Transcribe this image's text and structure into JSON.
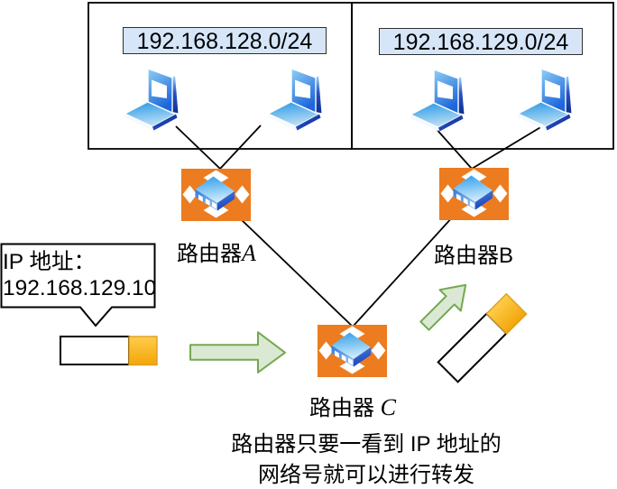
{
  "diagram": {
    "networks": [
      {
        "subnet": "192.168.128.0/24"
      },
      {
        "subnet": "192.168.129.0/24"
      }
    ],
    "routers": [
      {
        "prefix": "路由器",
        "letter": "A"
      },
      {
        "prefix": "路由器",
        "letter": "B"
      },
      {
        "prefix": "路由器 ",
        "letter": "C"
      }
    ],
    "callout": {
      "line1": "IP 地址：",
      "line2": "192.168.129.10"
    },
    "caption": {
      "line1": "路由器只要一看到 IP 地址的",
      "line2": "网络号就可以进行转发"
    }
  },
  "icons": {
    "laptop": "laptop-icon",
    "router": "router-icon",
    "flow_arrow": "flow-arrow-icon",
    "packet": "packet-icon",
    "callout_bubble": "speech-bubble"
  },
  "colors": {
    "page_bg": "#ffffff",
    "line": "#000000",
    "box_border": "#000000",
    "subnet_fill": "#d6e6f8",
    "subnet_border": "#2f2f2f",
    "router_orange": "#ec7c1f",
    "arrow_fill": "#dbe9d4",
    "arrow_stroke": "#73a94f",
    "packet_orange_light": "#ffcd4a",
    "packet_orange_dark": "#f2a50a",
    "packet_orange_border": "#dd9f1f",
    "laptop_blue_dark": "#1d66db",
    "laptop_blue_light": "#8fd0f6"
  }
}
